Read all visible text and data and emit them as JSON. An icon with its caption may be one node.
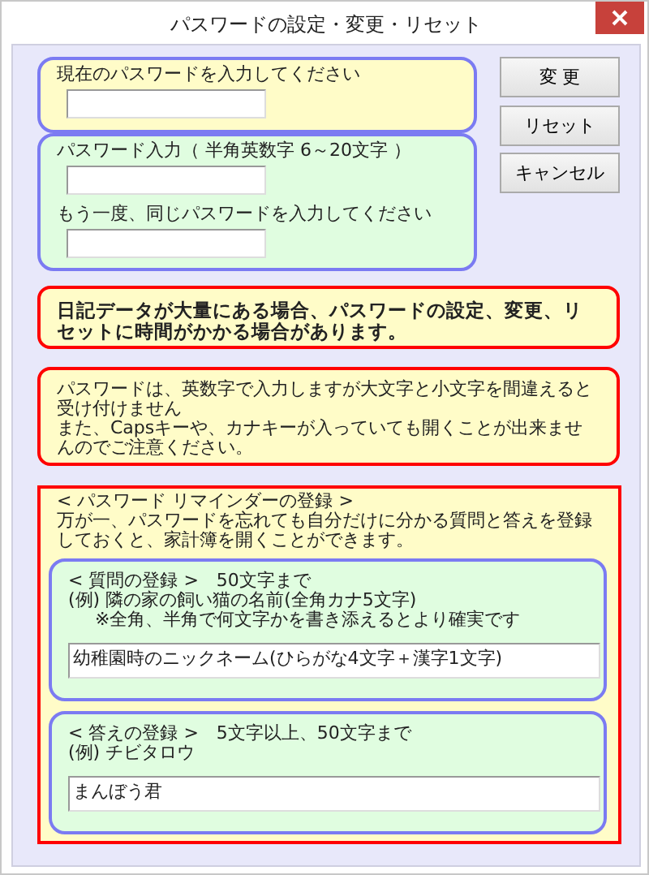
{
  "diagram": {
    "nodes": [
      {
        "text": [
          "現在のパスワードを入力してください"
        ]
      },
      {
        "text": [
          "パスワード入力（ 半角英数字 6～20文字 ）",
          "もう一度、同じパスワードを入力してください"
        ]
      },
      {
        "text": [
          "日記データが大量にある場合、パスワードの設定、変更、リセットに時間がかかる場合があります。"
        ]
      },
      {
        "text": [
          "パスワードは、英数字で入力しますが大文字と小文字を間違えると受け付けません",
          "また、Capsキーや、カナキーが入っていても開くことが出来ませんのでご注意ください。"
        ]
      },
      {
        "text": [
          "< パスワード リマインダーの登録 >",
          "万が一、パスワードを忘れても自分だけに分かる質問と答えを登録しておくと、家計簿を開くことができます。"
        ]
      },
      {
        "text": [
          "< 質問の登録 >　50文字まで",
          "(例) 隣の家の飼い猫の名前(全角カナ5文字)",
          "※全角、半角で何文字かを書き添えるとより確実です",
          "幼稚園時のニックネーム(ひらがな4文字＋漢字1文字)"
        ],
        "in": 4
      },
      {
        "text": [
          "< 答えの登録 >　5文字以上、50文字まで",
          "(例) チビタロウ",
          "まんぼう君"
        ],
        "in": 4
      }
    ],
    "labels": [
      "パスワードの設定・変更・リセット",
      "変 更",
      "リセット",
      "キャンセル"
    ]
  }
}
